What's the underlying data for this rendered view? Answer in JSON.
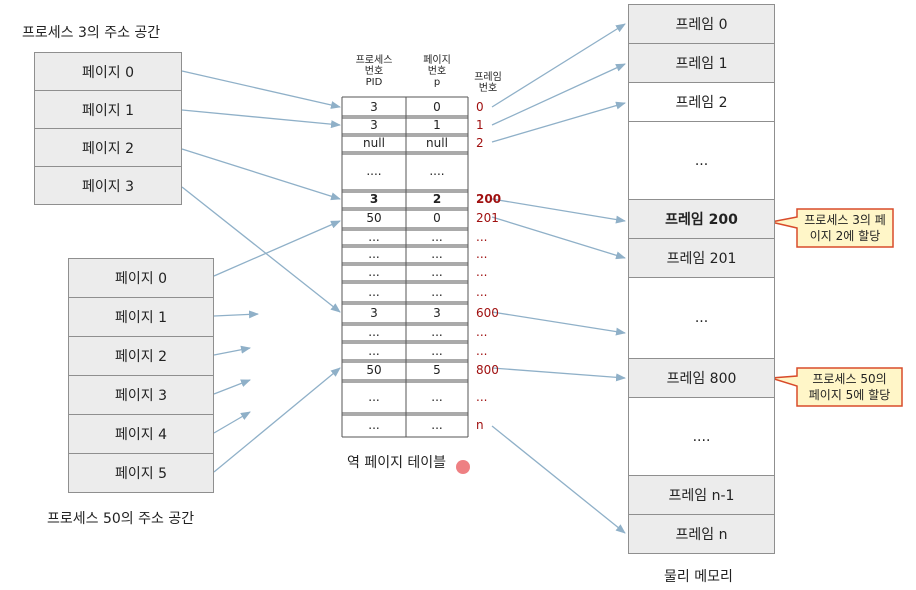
{
  "proc3": {
    "title": "프로세스 3의 주소 공간",
    "pages": [
      "페이지 0",
      "페이지 1",
      "페이지 2",
      "페이지 3"
    ]
  },
  "proc50": {
    "title": "프로세스 50의 주소 공간",
    "pages": [
      "페이지 0",
      "페이지 1",
      "페이지 2",
      "페이지 3",
      "페이지 4",
      "페이지 5"
    ]
  },
  "table": {
    "caption": "역 페이지 테이블",
    "headers": {
      "pid": [
        "프로세스",
        "번호",
        "PID"
      ],
      "page": [
        "페이지",
        "번호",
        "p"
      ],
      "frame": [
        "프레임",
        "번호"
      ]
    },
    "rows": [
      {
        "pid": "3",
        "page": "0",
        "frame": "0"
      },
      {
        "pid": "3",
        "page": "1",
        "frame": "1"
      },
      {
        "pid": "null",
        "page": "null",
        "frame": "2"
      },
      {
        "pid": "....",
        "page": "....",
        "frame": ""
      },
      {
        "pid": "3",
        "page": "2",
        "frame": "200"
      },
      {
        "pid": "50",
        "page": "0",
        "frame": "201"
      },
      {
        "pid": "...",
        "page": "...",
        "frame": "..."
      },
      {
        "pid": "...",
        "page": "...",
        "frame": "..."
      },
      {
        "pid": "...",
        "page": "...",
        "frame": "..."
      },
      {
        "pid": "...",
        "page": "...",
        "frame": "..."
      },
      {
        "pid": "3",
        "page": "3",
        "frame": "600"
      },
      {
        "pid": "...",
        "page": "...",
        "frame": "..."
      },
      {
        "pid": "...",
        "page": "...",
        "frame": "..."
      },
      {
        "pid": "50",
        "page": "5",
        "frame": "800"
      },
      {
        "pid": "...",
        "page": "...",
        "frame": "..."
      },
      {
        "pid": "...",
        "page": "...",
        "frame": "n"
      }
    ]
  },
  "memory": {
    "caption": "물리 메모리",
    "frames": [
      "프레임 0",
      "프레임 1",
      "프레임 2",
      "...",
      "프레임 200",
      "프레임 201",
      "...",
      "프레임 800",
      "....",
      "프레임 n-1",
      "프레임 n"
    ]
  },
  "callouts": [
    [
      "프로세스 3의 페",
      "이지 2에 할당"
    ],
    [
      "프로세스 50의",
      "페이지 5에 할당"
    ]
  ],
  "colors": {
    "arrow": "#8fb0c8",
    "frame_number": "#a01010",
    "callout_fill": "#fff6c8",
    "callout_border": "#d84b2a",
    "cursor": "#e8555a"
  }
}
